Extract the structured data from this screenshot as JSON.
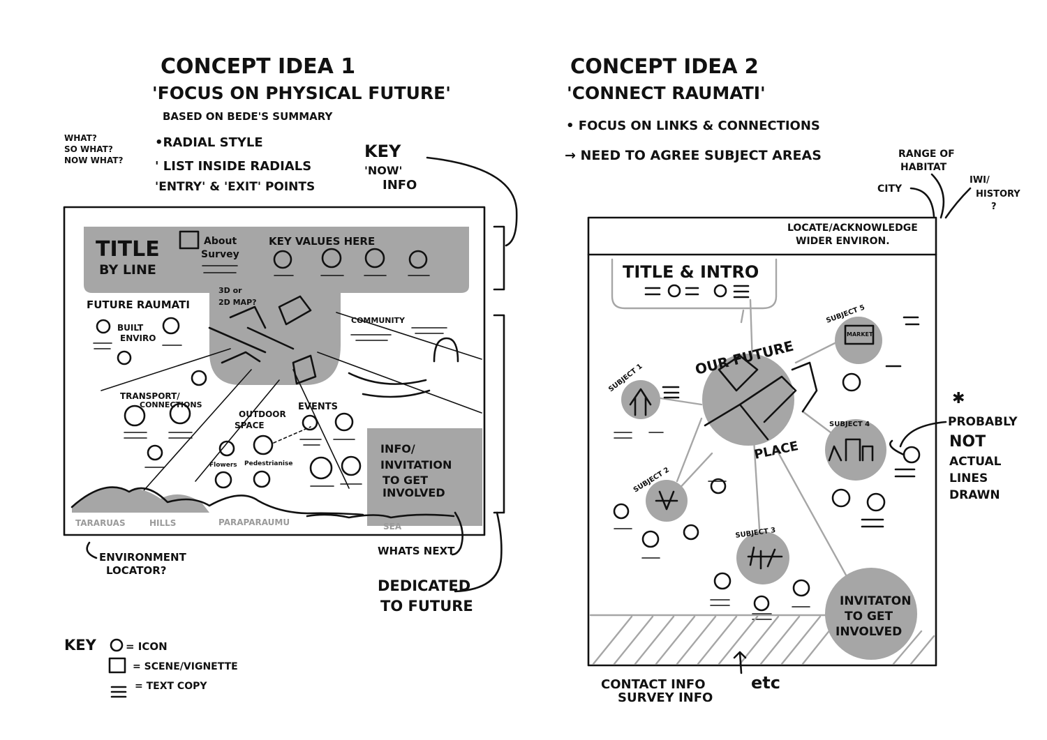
{
  "concept1": {
    "title": "CONCEPT IDEA 1",
    "subtitle": "'FOCUS ON PHYSICAL FUTURE'",
    "based_on": "BASED ON BEDE'S SUMMARY",
    "bullets": [
      "•RADIAL STYLE",
      "' LIST INSIDE RADIALS",
      "'ENTRY' & 'EXIT' POINTS"
    ],
    "side_note": [
      "WHAT?",
      "SO WHAT?",
      "NOW WHAT?"
    ],
    "key_note": [
      "KEY",
      "'NOW'",
      "INFO"
    ],
    "panel": {
      "title": "TITLE",
      "byline": "BY LINE",
      "about_survey": [
        "About",
        "Survey"
      ],
      "key_values": "KEY VALUES HERE",
      "future": "FUTURE RAUMATI",
      "map_note": [
        "3D or",
        "2D MAP?"
      ],
      "community": "COMMUNITY",
      "built": [
        "BUILT",
        "ENVIRO"
      ],
      "transport": [
        "TRANSPORT/",
        "CONNECTIONS"
      ],
      "outdoor": [
        "OUTDOOR",
        "SPACE"
      ],
      "events": "EVENTS",
      "flowers": "Flowers",
      "pedestrian": "Pedestrianise",
      "info": [
        "INFO/",
        "INVITATION",
        "TO GET",
        "INVOLVED"
      ],
      "places": [
        "TARARUAS",
        "HILLS",
        "PARAPARAUMU",
        "SEA"
      ]
    },
    "env_locator": [
      "ENVIRONMENT",
      "LOCATOR?"
    ],
    "whats_next": "WHATS NEXT",
    "dedicated": [
      "DEDICATED",
      "TO FUTURE"
    ]
  },
  "legend": {
    "key": "KEY",
    "icon": "= ICON",
    "scene": "= SCENE/VIGNETTE",
    "text": "= TEXT COPY"
  },
  "concept2": {
    "title": "CONCEPT IDEA 2",
    "subtitle": "'CONNECT RAUMATI'",
    "bullet1": "• FOCUS ON LINKS & CONNECTIONS",
    "bullet2": "→ NEED TO AGREE SUBJECT AREAS",
    "range": [
      "RANGE OF",
      "HABITAT"
    ],
    "city": "CITY",
    "history": [
      "IWI/",
      "HISTORY",
      "?"
    ],
    "locate": [
      "LOCATE/ACKNOWLEDGE",
      "WIDER ENVIRON."
    ],
    "title_intro": "TITLE & INTRO",
    "our_future": "OUR FUTURE",
    "place": "PLACE",
    "subjects": [
      "SUBJECT 1",
      "SUBJECT 2",
      "SUBJECT 3",
      "SUBJECT 4",
      "SUBJECT 5"
    ],
    "market": "MARKET",
    "probably": [
      "✱",
      "PROBABLY",
      "NOT",
      "ACTUAL",
      "LINES",
      "DRAWN"
    ],
    "invitation": [
      "INVITATON",
      "TO GET",
      "INVOLVED"
    ],
    "contact": [
      "CONTACT INFO",
      "SURVEY INFO"
    ],
    "etc": "etc"
  }
}
